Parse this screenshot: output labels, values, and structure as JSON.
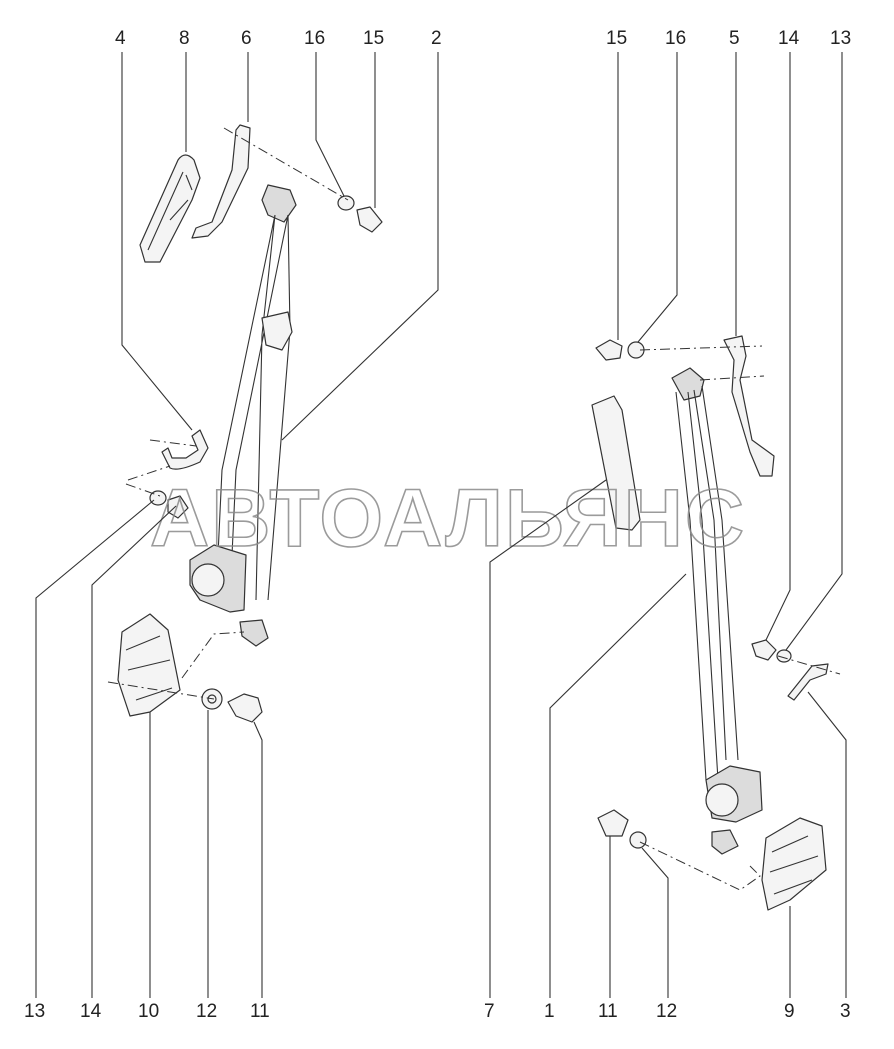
{
  "watermark": "АВТОАЛЬЯНС",
  "callouts_top_left": [
    "4",
    "8",
    "6",
    "16",
    "15",
    "2"
  ],
  "callouts_bottom_left": [
    "13",
    "14",
    "10",
    "12",
    "11"
  ],
  "callouts_top_right": [
    "15",
    "16",
    "5",
    "14",
    "13"
  ],
  "callouts_bottom_right": [
    "7",
    "1",
    "11",
    "12",
    "9",
    "3"
  ]
}
